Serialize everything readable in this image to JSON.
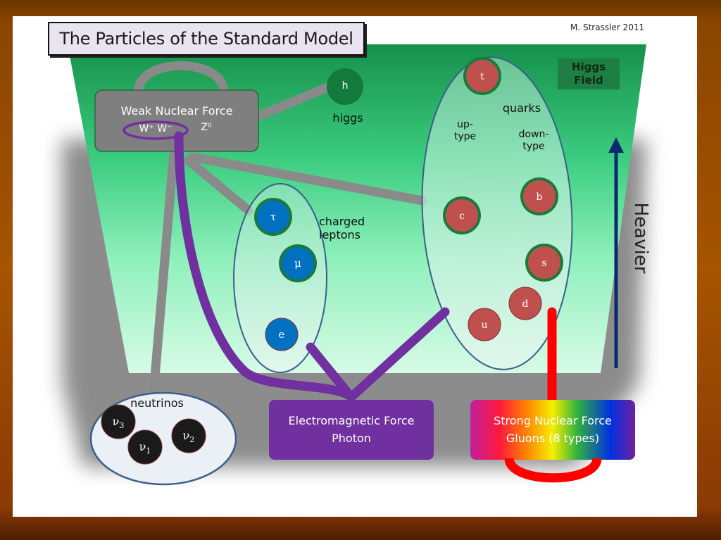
{
  "title": "The Particles of the Standard Model",
  "credit": "M. Strassler  2011",
  "higgs_field_label": [
    "Higgs",
    "Field"
  ],
  "axis_label": "Heavier",
  "colors": {
    "green_dark": "#16904a",
    "green_light": "#c9f7de",
    "weak_force": "#7f7f7f",
    "em_force": "#7030a0",
    "strong_link": "#ff0000",
    "quark": "#c0504d",
    "lepton": "#0070c0",
    "neutrino": "#1a1a1a",
    "higgs": "#137a3b",
    "arrow": "#0a2a6e"
  },
  "weak_force": {
    "label": "Weak Nuclear Force",
    "w_bosons": "W⁺ W⁻",
    "z_boson": "Z⁰"
  },
  "higgs": {
    "symbol": "h",
    "label": "higgs"
  },
  "quarks": {
    "group_label": "quarks",
    "up_type_label": [
      "up-",
      "type"
    ],
    "down_type_label": [
      "down-",
      "type"
    ],
    "particles": [
      {
        "symbol": "t",
        "type": "up"
      },
      {
        "symbol": "c",
        "type": "up"
      },
      {
        "symbol": "u",
        "type": "up"
      },
      {
        "symbol": "b",
        "type": "down"
      },
      {
        "symbol": "s",
        "type": "down"
      },
      {
        "symbol": "d",
        "type": "down"
      }
    ]
  },
  "charged_leptons": {
    "group_label": [
      "charged",
      "leptons"
    ],
    "particles": [
      {
        "symbol": "τ"
      },
      {
        "symbol": "μ"
      },
      {
        "symbol": "e"
      }
    ]
  },
  "neutrinos": {
    "group_label": "neutrinos",
    "particles": [
      {
        "symbol": "ν",
        "sub": "3"
      },
      {
        "symbol": "ν",
        "sub": "1"
      },
      {
        "symbol": "ν",
        "sub": "2"
      }
    ]
  },
  "em_force": {
    "line1": "Electromagnetic Force",
    "line2": "Photon"
  },
  "strong_force": {
    "line1": "Strong Nuclear Force",
    "line2": "Gluons (8 types)"
  }
}
